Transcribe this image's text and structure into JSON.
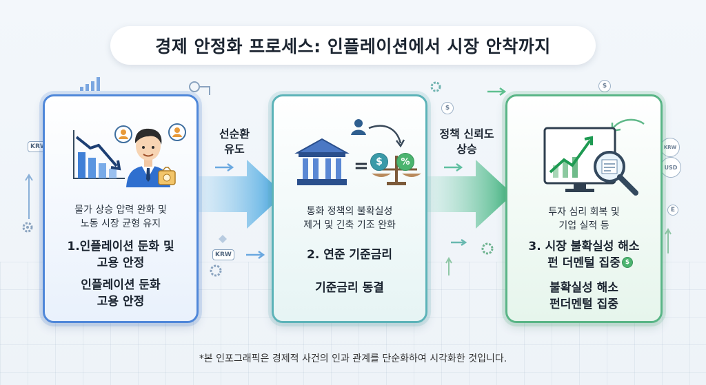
{
  "title": "경제 안정화 프로세스: 인플레이션에서 시장 안착까지",
  "steps": [
    {
      "description": "물가 상승 압력 완화 및\n노동 시장 균형 유지",
      "heading": "1.인플레이션 둔화 및\n고용 안정",
      "subheading": "인플레이션 둔화\n고용 안정"
    },
    {
      "description": "통화 정책의 불확실성\n제거 및 긴축 기조 완화",
      "heading": "2. 연준 기준금리",
      "subheading": "기준금리 동결"
    },
    {
      "description": "투자 심리 회복 및\n기업 실적 등",
      "heading": "3. 시장 불확실성 해소\n펀 더멘털 집중",
      "subheading": "불확실성 해소\n펀더멘털 집중"
    }
  ],
  "arrows": [
    {
      "label": "선순환\n유도"
    },
    {
      "label": "정책 신뢰도\n상승"
    }
  ],
  "tags": {
    "krw": "KRW",
    "usd": "USD",
    "dollar": "$",
    "percent": "%",
    "euro": "E",
    "equals": "="
  },
  "footnote": "*본 인포그래픽은 경제적 사건의 인과 관계를 단순화하여 시각화한 것입니다.",
  "colors": {
    "step1": "#4f87d9",
    "step2": "#5cb3b8",
    "step3": "#59b586"
  },
  "icons": {
    "step1": [
      "falling-chart-icon",
      "economist-icon",
      "wallet-icon",
      "user-bubble-icon"
    ],
    "step2": [
      "central-bank-icon",
      "balance-scale-icon",
      "user-icon"
    ],
    "step3": [
      "rising-chart-monitor-icon",
      "magnifier-icon"
    ]
  }
}
